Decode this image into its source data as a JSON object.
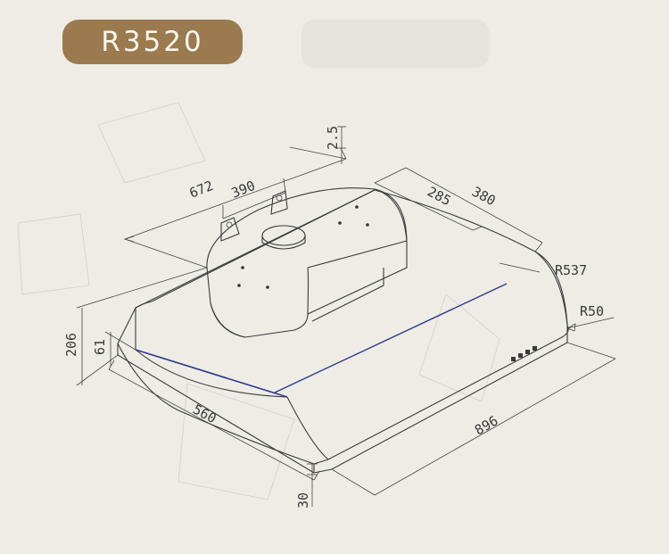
{
  "model": "R3520",
  "dimensions": {
    "d672": "672",
    "d390": "390",
    "d2_5": "2.5",
    "d285": "285",
    "d380": "380",
    "r537": "R537",
    "r50": "R50",
    "d206": "206",
    "d61": "61",
    "d560": "560",
    "d896": "896",
    "d30": "30"
  },
  "colors": {
    "badge": "#9a7a4e",
    "badge_text": "#fbf7ef",
    "background": "#efece6",
    "line": "#3b3b3b",
    "front_edge": "#2a3a8a"
  }
}
